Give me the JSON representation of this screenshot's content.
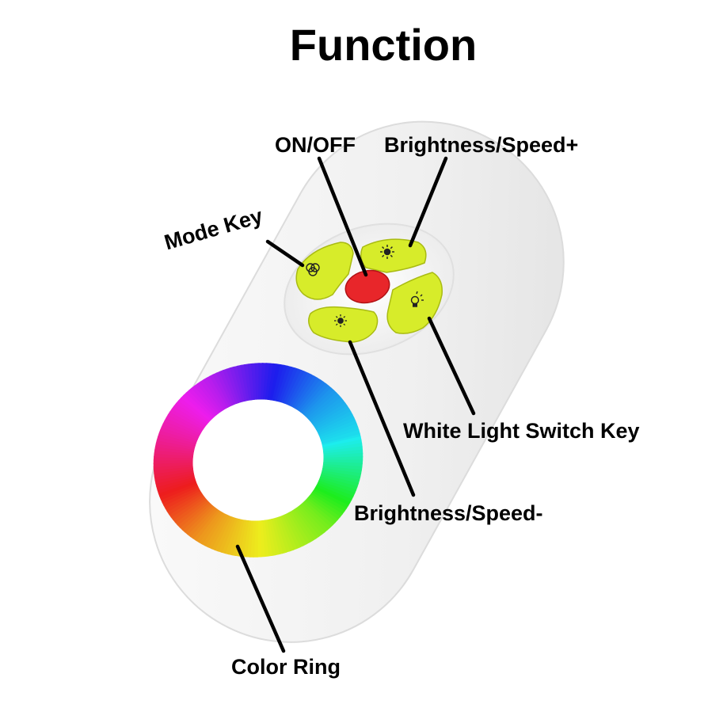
{
  "title": "Function",
  "colors": {
    "background": "#ffffff",
    "remote_body": "#f1f1f1",
    "key_green": "#d7ec2a",
    "power_red": "#e8262a",
    "leader_line": "#000000"
  },
  "labels": {
    "on_off": "ON/OFF",
    "brightness_speed_plus": "Brightness/Speed+",
    "mode_key": "Mode Key",
    "white_light_switch_key": "White Light Switch Key",
    "brightness_speed_minus": "Brightness/Speed-",
    "color_ring": "Color Ring"
  },
  "icons": {
    "mode_key": "mode-rings-icon",
    "brightness_plus": "sun-icon",
    "brightness_minus": "sun-icon",
    "white_light": "bulb-icon"
  }
}
